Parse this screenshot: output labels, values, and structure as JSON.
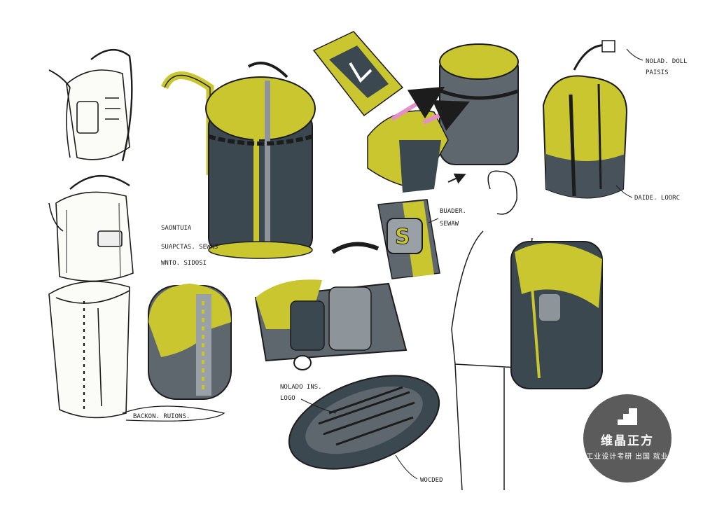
{
  "annotations": {
    "mid_left_1": "SAONTUIA",
    "mid_left_2": "SUAPCTAS. SEWNS",
    "mid_left_3": "WNTO. SIDOSI",
    "bottom_left": "BACKON. RUIONS.",
    "top_right_1": "NOLAD. DOLL",
    "top_right_2": "PAISIS",
    "right_mid": "DAIDE. LOORC",
    "center_1": "BUADER.",
    "center_2": "SEWAW",
    "bottom_mid_1": "NOLADO INS.",
    "bottom_mid_2": "LOGO",
    "bottom_center": "WOCDED"
  },
  "watermark": {
    "brand": "维晶正方",
    "tagline": "工业设计考研 出国 就业"
  },
  "colors": {
    "accent_yellow": "#c9c62f",
    "dark_slate": "#3b4850",
    "mid_grey": "#8d959b",
    "ink": "#1c1c1c",
    "badge_grey": "#5b5b5b",
    "pink_arrow": "#e58fc8"
  }
}
